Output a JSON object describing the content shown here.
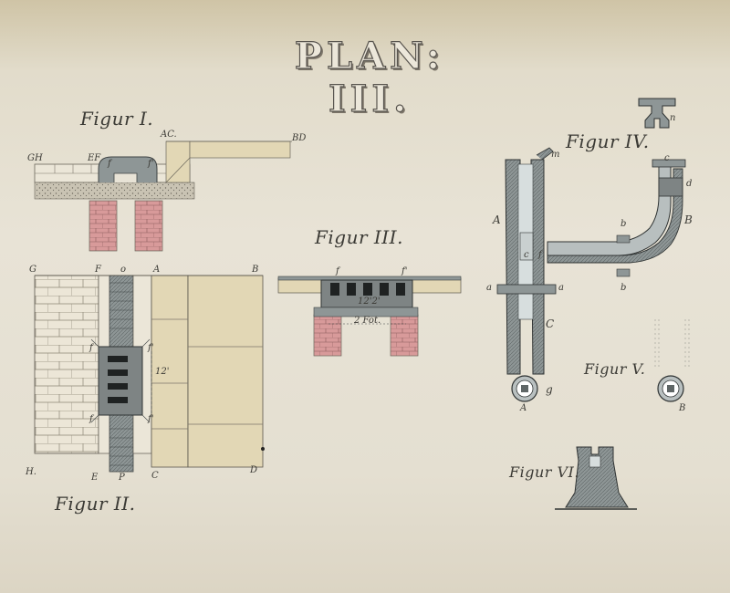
{
  "title": "PLAN: III.",
  "figures": {
    "fig1": "Figur I.",
    "fig2": "Figur II.",
    "fig3": "Figur III.",
    "fig4": "Figur IV.",
    "fig5": "Figur V.",
    "fig6": "Figur VI."
  },
  "labels": {
    "f1_gh": "GH",
    "f1_ef": "EF",
    "f1_ac": "AC.",
    "f1_bd": "BD",
    "f1_f": "f",
    "f1_f2": "f'",
    "f2_g": "G",
    "f2_f": "F",
    "f2_o": "o",
    "f2_a": "A",
    "f2_b": "B",
    "f2_h": "H.",
    "f2_e": "E",
    "f2_p": "P",
    "f2_c": "C",
    "f2_d": "D",
    "f2_f3": "f",
    "f2_f4": "f'",
    "f2_f5": "f",
    "f2_f6": "f'",
    "f2_dim": "12'",
    "f3_f": "f",
    "f3_f2": "f'",
    "f3_dim1": "12'2'",
    "f3_dim2": "2 Fot.",
    "f4_a": "A",
    "f4_b": "B",
    "f4_c": "C",
    "f4_c2": "c",
    "f4_f": "f",
    "f4_b2": "b",
    "f4_b3": "b",
    "f4_a2": "a",
    "f4_a3": "a",
    "f4_m": "m",
    "f4_n": "n",
    "f4_c3": "c",
    "f4_d": "d",
    "f4_g": "g",
    "f4_a4": "A",
    "f5_b": "B"
  }
}
